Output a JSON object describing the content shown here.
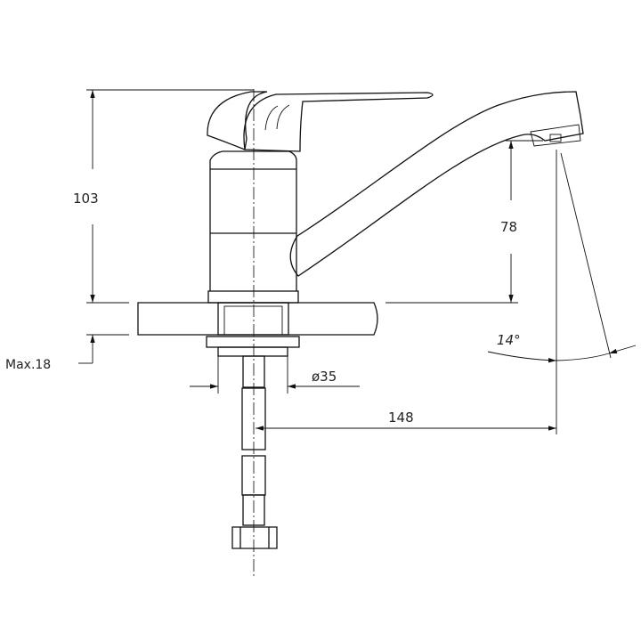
{
  "title": "Single-lever faucet dimensional drawing",
  "dimensions": {
    "height": "103",
    "spout_clearance": "78",
    "max_counter_thickness": "Max.18",
    "mount_diameter": "ø35",
    "spout_reach": "148",
    "swivel_angle": "14°"
  },
  "colors": {
    "line": "#111111",
    "background": "#ffffff"
  }
}
